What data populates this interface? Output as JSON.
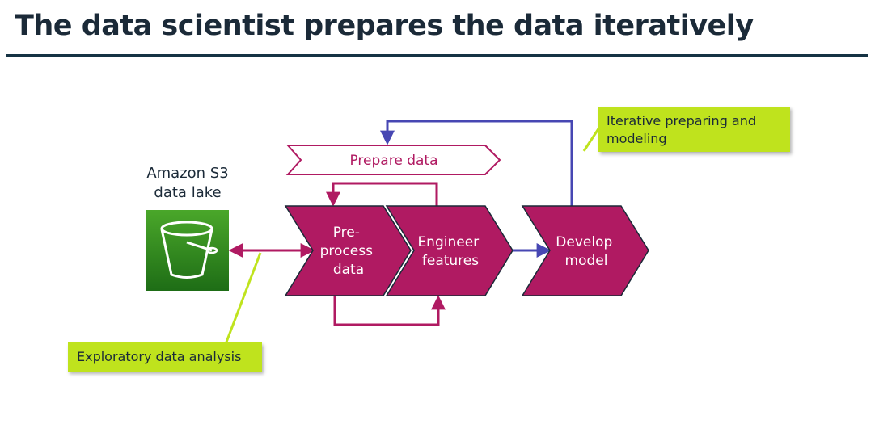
{
  "title": "The data scientist prepares the data iteratively",
  "s3": {
    "line1": "Amazon S3",
    "line2": "data lake"
  },
  "prepare_banner": "Prepare data",
  "steps": {
    "preprocess": [
      "Pre-",
      "process",
      "data"
    ],
    "engineer": [
      "Engineer",
      "features"
    ],
    "develop": [
      "Develop",
      "model"
    ]
  },
  "callouts": {
    "iterative_line1": "Iterative preparing and",
    "iterative_line2": "modeling",
    "eda": "Exploratory data analysis"
  },
  "colors": {
    "title": "#1b2a38",
    "rule": "#163344",
    "chevron": "#b01a62",
    "blue_arrow": "#4747b3",
    "callout": "#bfe31d",
    "bucket": "#2e8b1f"
  }
}
